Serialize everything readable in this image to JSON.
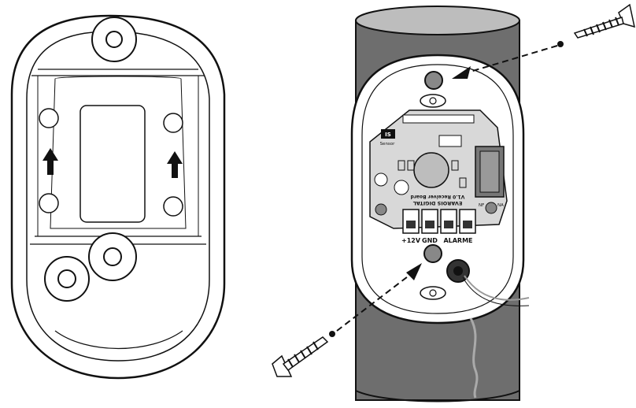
{
  "figure": {
    "left_view": {
      "arrows": [
        "up-arrow",
        "up-arrow"
      ]
    },
    "right_view": {
      "board_lines": [
        "EVAROIS DIGITAL",
        "V1.0 Receiver Board"
      ],
      "board_badge": "IS",
      "board_small_text": "Sensor",
      "terminal_labels": [
        "+12V",
        "GND",
        "ALARME"
      ],
      "relay_labels": [
        "NF",
        "NA"
      ]
    },
    "colors": {
      "pole": "#6e6e6e",
      "pole_top": "#bdbdbd",
      "pcb": "#d8d8d8",
      "outline": "#111111"
    }
  }
}
